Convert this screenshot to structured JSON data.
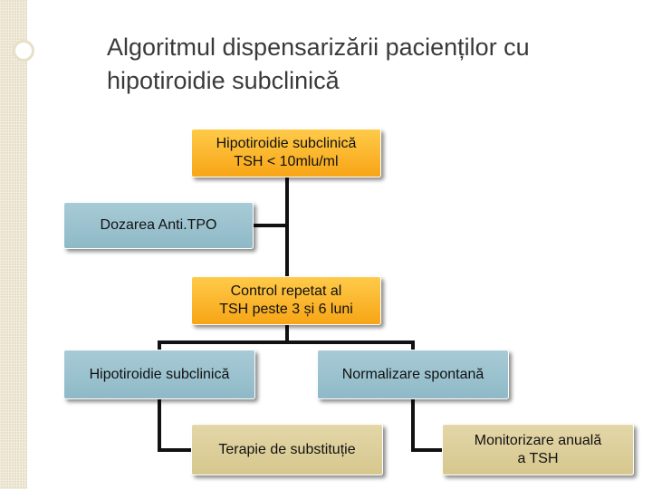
{
  "slide": {
    "title_line1": "Algoritmul dispensarizării pacienților cu",
    "title_line2": "hipotiroidie subclinică"
  },
  "nodes": {
    "start": {
      "line1": "Hipotiroidie subclinică",
      "line2": "TSH < 10mlu/ml"
    },
    "antitpo": {
      "label": "Dozarea Anti.TPO"
    },
    "control": {
      "line1": "Control repetat al",
      "line2": "TSH peste 3 și 6 luni"
    },
    "subclinical": {
      "label": "Hipotiroidie subclinică"
    },
    "normal": {
      "label": "Normalizare spontană"
    },
    "therapy": {
      "label": "Terapie de substituție"
    },
    "monitor": {
      "line1": "Monitorizare anuală",
      "line2": "a TSH"
    }
  },
  "colors": {
    "orange": "#f7a516",
    "blue": "#8fb9c7",
    "tan": "#d6c78e",
    "connector": "#111111"
  }
}
